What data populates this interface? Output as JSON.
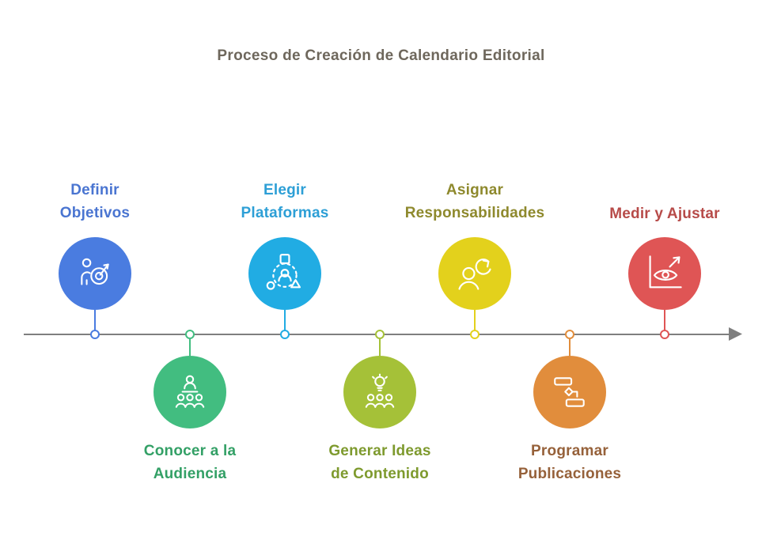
{
  "title": "Proceso de Creación de Calendario Editorial",
  "title_color": "#6e675c",
  "timeline": {
    "color": "#7f7f7f"
  },
  "steps": [
    {
      "lines": [
        "Definir",
        "Objetivos"
      ],
      "color": "#4a7ce0",
      "label_color": "#4a75d1",
      "icon": "person-target-icon",
      "position": "top"
    },
    {
      "lines": [
        "Conocer a la",
        "Audiencia"
      ],
      "color": "#42bd80",
      "label_color": "#33a066",
      "icon": "audience-icon",
      "position": "bottom"
    },
    {
      "lines": [
        "Elegir",
        "Plataformas"
      ],
      "color": "#21ace3",
      "label_color": "#2d9fd6",
      "icon": "platforms-icon",
      "position": "top"
    },
    {
      "lines": [
        "Generar Ideas",
        "de Contenido"
      ],
      "color": "#a5c138",
      "label_color": "#7e9a2e",
      "icon": "content-ideas-icon",
      "position": "bottom"
    },
    {
      "lines": [
        "Asignar",
        "Responsabilidades"
      ],
      "color": "#e3d11c",
      "label_color": "#8e892d",
      "icon": "person-refresh-icon",
      "position": "top"
    },
    {
      "lines": [
        "Programar",
        "Publicaciones"
      ],
      "color": "#e18d3c",
      "label_color": "#96613a",
      "icon": "gantt-schedule-icon",
      "position": "bottom"
    },
    {
      "lines": [
        "Medir y Ajustar"
      ],
      "color": "#df5555",
      "label_color": "#b74b49",
      "icon": "eye-analytics-icon",
      "position": "top"
    }
  ]
}
